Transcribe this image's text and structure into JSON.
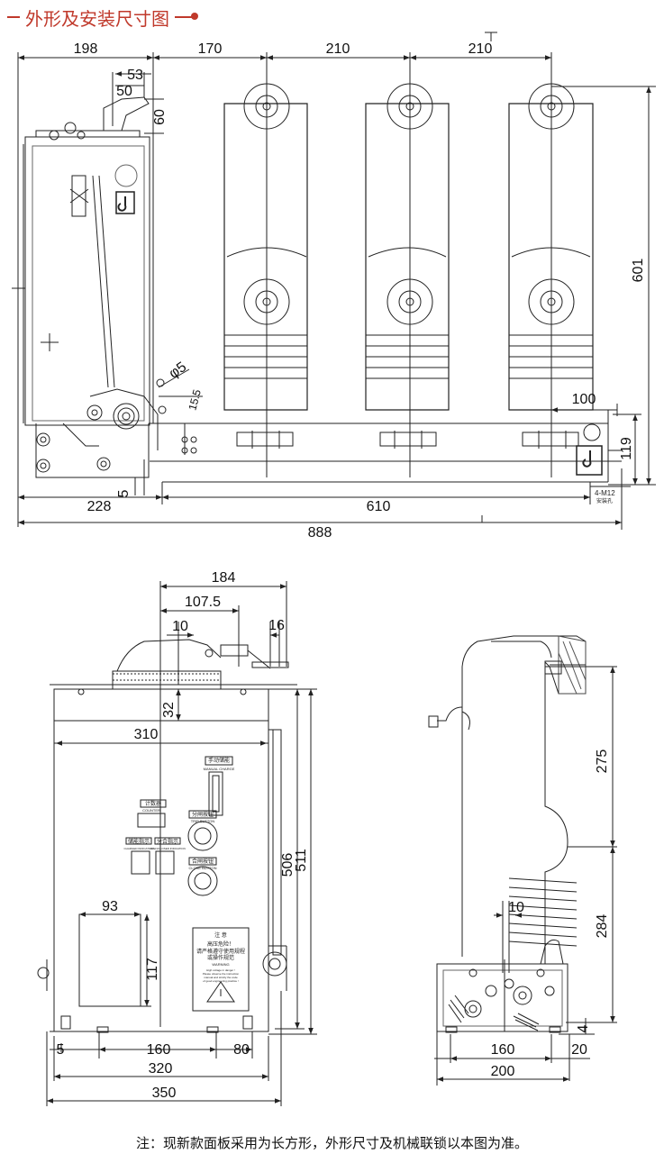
{
  "title": "外形及安装尺寸图",
  "note": "注：现新款面板采用为长方形，外形尺寸及机械联锁以本图为准。",
  "colors": {
    "accent": "#c0392b",
    "line": "#222222",
    "lightline": "#888888"
  },
  "front_view": {
    "dims": {
      "d198": "198",
      "d170": "170",
      "d210a": "210",
      "d210b": "210",
      "d53": "53",
      "d50": "50",
      "d60": "60",
      "d601": "601",
      "d100": "100",
      "d119": "119",
      "phi5": "φ5",
      "d155": "15.5",
      "d5": "5",
      "d228": "228",
      "d610": "610",
      "d888": "888"
    },
    "mount_hole": "4-M12",
    "mount_hole_sub": "安装孔"
  },
  "panel_view": {
    "dims": {
      "d184": "184",
      "d1075": "107.5",
      "d10": "10",
      "d16": "16",
      "d32": "32",
      "d310": "310",
      "d506": "506",
      "d511": "511",
      "d93": "93",
      "d117": "117",
      "d5": "5",
      "d160": "160",
      "d80": "80",
      "d320": "320",
      "d350": "350"
    },
    "labels": {
      "manual": "手动储能",
      "manual_en": "MANUAL CHARGE",
      "counter": "计数器",
      "counter_en": "COUNTER",
      "trip": "分闸按钮",
      "trip_en": "TRIP BUTTON",
      "ind1": "储能指示",
      "ind1_en": "CHARGED INDICATION",
      "ind2": "分合指示",
      "ind2_en": "OPEN/CLOSED INDICATION",
      "close": "合闸按钮",
      "close_en": "CLOSE BUTTON"
    },
    "warning": {
      "title": "注 意",
      "line1": "高压危险！",
      "line2": "请严格遵守使用规程",
      "line3": "或操作规范",
      "line4": "WARNING",
      "en1": "High voltage in danger !",
      "en2": "Please observe the instruction",
      "en3": "manual and strictly the code",
      "en4": "of good engineering practice !"
    }
  },
  "side_view": {
    "dims": {
      "d275": "275",
      "d284": "284",
      "d10": "10",
      "d4": "4",
      "d160": "160",
      "d20": "20",
      "d200": "200"
    }
  }
}
